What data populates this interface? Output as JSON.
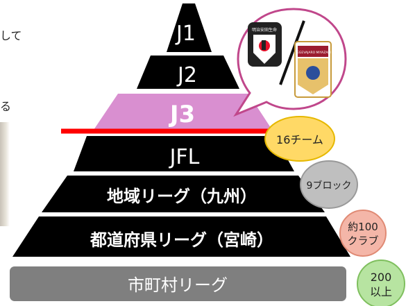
{
  "side_text": {
    "line1": "して",
    "line2": "る"
  },
  "tiers": [
    {
      "label": "J1",
      "color": "#000000"
    },
    {
      "label": "J2",
      "color": "#000000"
    },
    {
      "label": "J3",
      "color": "#d98fd0",
      "text_color": "#000000"
    },
    {
      "label": "JFL",
      "color": "#000000"
    },
    {
      "label": "地域リーグ（九州）",
      "color": "#000000"
    },
    {
      "label": "都道府県リーグ（宮崎）",
      "color": "#000000"
    },
    {
      "label": "市町村リーグ",
      "color": "#7f7f7f"
    }
  ],
  "badges": [
    {
      "text": [
        "16チーム"
      ],
      "color": "#ffd966",
      "stroke": "#e6b800"
    },
    {
      "text": [
        "9ブロック"
      ],
      "color": "#bfbfbf",
      "stroke": "#999999"
    },
    {
      "text": [
        "約100",
        "クラブ"
      ],
      "color": "#f4b6a8",
      "stroke": "#e08a74"
    },
    {
      "text": [
        "200",
        "以上"
      ],
      "color": "#b7e4a1",
      "stroke": "#7fbf5e"
    }
  ],
  "callout": {
    "stroke": "#c0478b",
    "crest1_text": "明治安田生命",
    "crest2_text": "TEGEVAJARO MIYAZAKI"
  },
  "divider_color": "#ff0000"
}
